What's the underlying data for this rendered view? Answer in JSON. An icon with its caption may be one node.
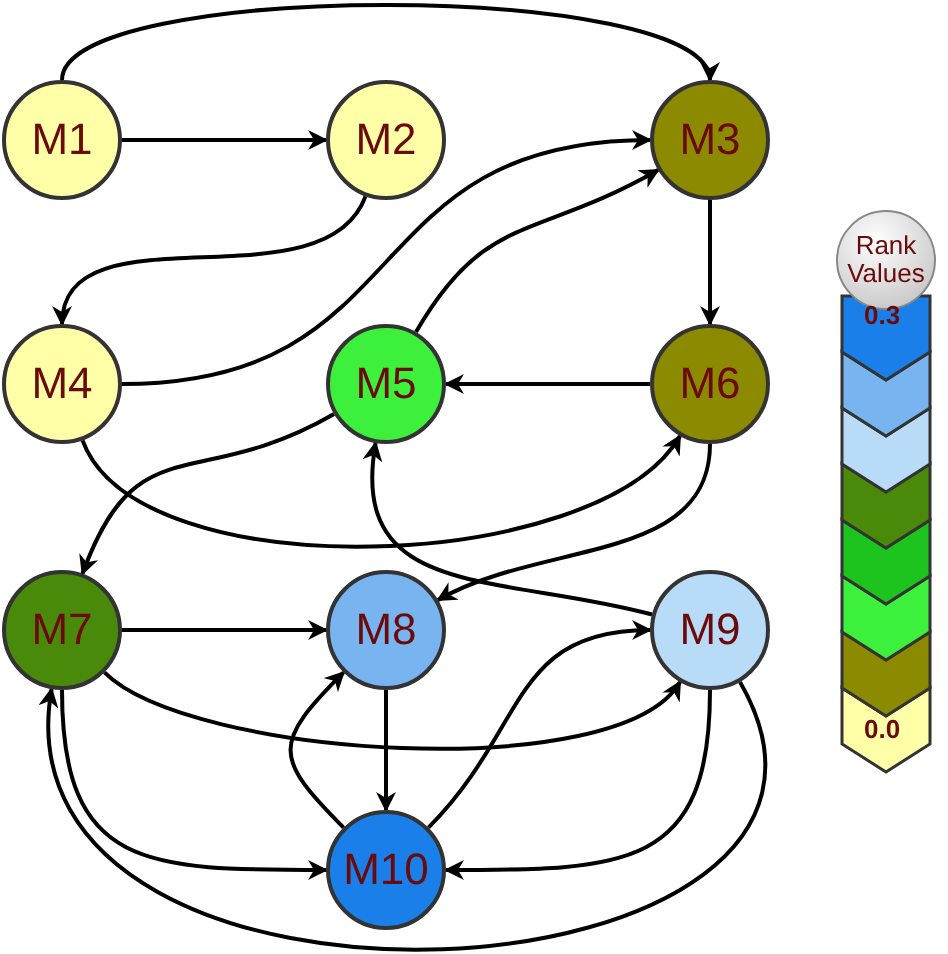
{
  "diagram": {
    "nodes": [
      {
        "text": [
          "M1"
        ]
      },
      {
        "text": [
          "M2"
        ]
      },
      {
        "text": [
          "M3"
        ]
      },
      {
        "text": [
          "M4"
        ]
      },
      {
        "text": [
          "M5"
        ]
      },
      {
        "text": [
          "M6"
        ]
      },
      {
        "text": [
          "M7"
        ]
      },
      {
        "text": [
          "M8"
        ]
      },
      {
        "text": [
          "M9"
        ]
      },
      {
        "text": [
          "M10"
        ]
      },
      {
        "text": [
          "Rank Values"
        ]
      }
    ],
    "edges": [
      {
        "from": 0,
        "to": 2,
        "arrow": "to"
      },
      {
        "from": 0,
        "to": 1,
        "arrow": "to"
      },
      {
        "from": 1,
        "to": 3,
        "arrow": "to"
      },
      {
        "from": 3,
        "to": 2,
        "arrow": "to"
      },
      {
        "from": 4,
        "to": 2,
        "arrow": "to"
      },
      {
        "from": 2,
        "to": 5,
        "arrow": "to"
      },
      {
        "from": 5,
        "to": 4,
        "arrow": "to"
      },
      {
        "from": 4,
        "to": 6,
        "arrow": "to"
      },
      {
        "from": 3,
        "to": 5,
        "arrow": "to"
      },
      {
        "from": 5,
        "to": 7,
        "arrow": "to"
      },
      {
        "from": 8,
        "to": 4,
        "arrow": "to"
      },
      {
        "from": 6,
        "to": 7,
        "arrow": "to"
      },
      {
        "from": 6,
        "to": 8,
        "arrow": "to"
      },
      {
        "from": 7,
        "to": 9,
        "arrow": "to"
      },
      {
        "from": 9,
        "to": 7,
        "arrow": "to"
      },
      {
        "from": 9,
        "to": 8,
        "arrow": "to"
      },
      {
        "from": 6,
        "to": 9,
        "arrow": "to"
      },
      {
        "from": 8,
        "to": 9,
        "arrow": "to"
      },
      {
        "from": 8,
        "to": 6,
        "arrow": "to"
      }
    ],
    "labels": [
      "0.3",
      "0.0"
    ]
  }
}
